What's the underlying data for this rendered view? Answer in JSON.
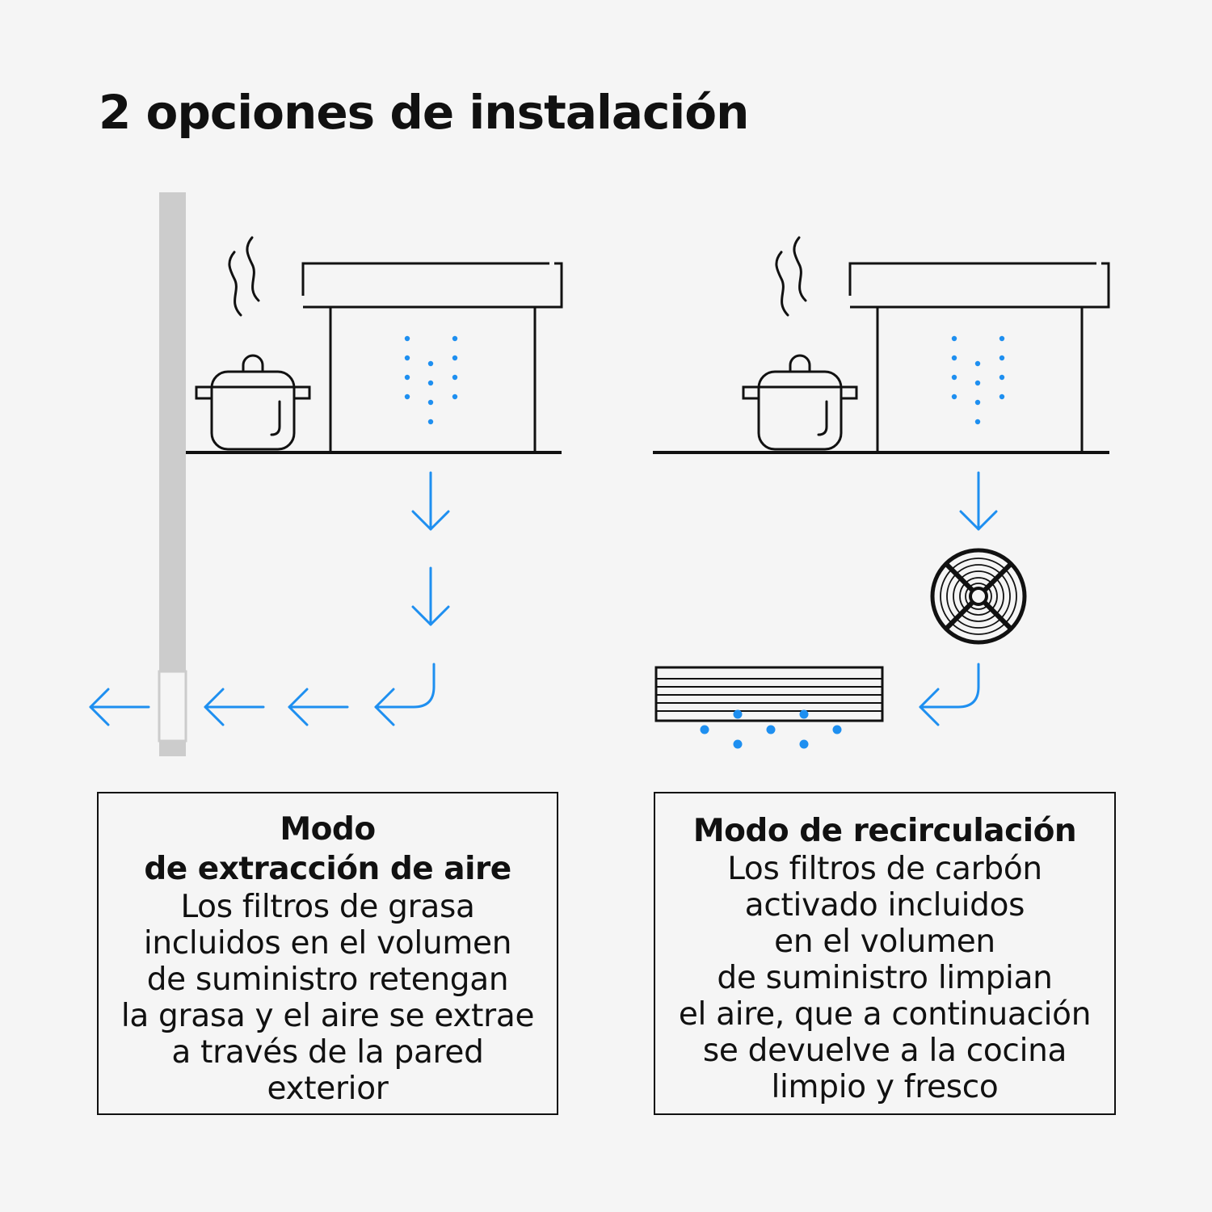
{
  "title": "2 opciones de instalación",
  "colors": {
    "accent": "#1e8ff0",
    "line": "#111111",
    "wall": "#cccccc",
    "background": "#f5f5f5"
  },
  "left": {
    "title_line1": "Modo",
    "title_line2": "de extracción de aire",
    "body": "Los filtros de grasa\nincluidos en el volumen\nde suministro retengan\nla grasa y el aire se extrae\na través de la pared\nexterior"
  },
  "right": {
    "title": "Modo de recirculación",
    "body": "Los filtros de carbón\nactivado incluidos\nen el volumen\nde suministro limpian\nel aire, que a continuación\nse devuelve a la cocina\nlimpio y fresco"
  },
  "icons": [
    "pot-icon",
    "steam-icon",
    "wall-duct-icon",
    "fan-filter-icon",
    "recirculation-vent-icon",
    "arrow-down-icon",
    "arrow-left-icon",
    "arrow-curve-left-icon"
  ]
}
